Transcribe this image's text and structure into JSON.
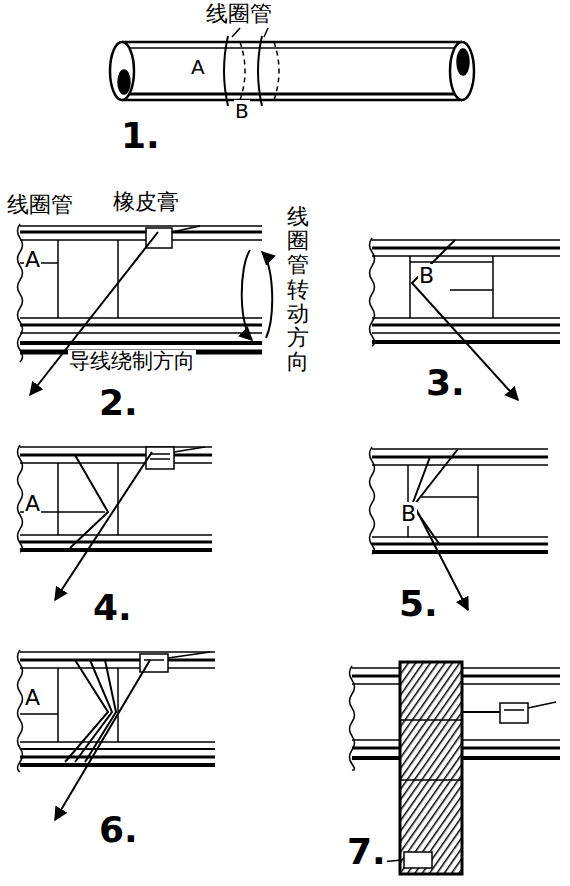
{
  "diagram": {
    "labels": [
      "线圈管",
      "A",
      "B",
      "1.",
      "线圈管",
      "橡皮膏",
      "线圈管转动方向",
      "A",
      "导线绕制方向",
      "2.",
      "B",
      "3.",
      "A",
      "4.",
      "B",
      "5.",
      "A",
      "6.",
      "7."
    ]
  }
}
